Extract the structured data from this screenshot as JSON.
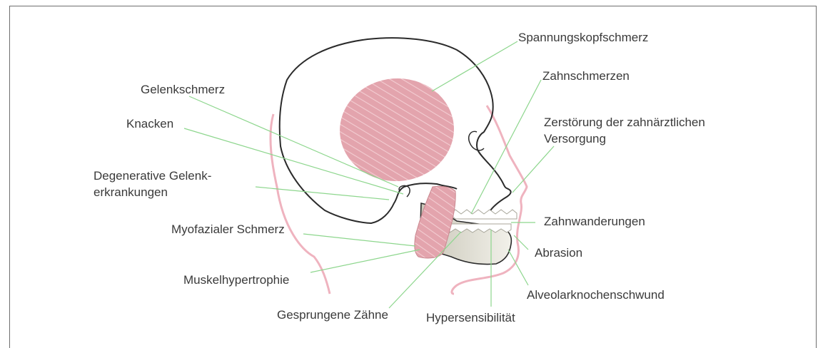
{
  "labels": {
    "spannungskopfschmerz": "Spannungskopfschmerz",
    "zahnschmerzen": "Zahnschmerzen",
    "zerstoerung_line1": "Zerstörung der zahnärztlichen",
    "zerstoerung_line2": "Versorgung",
    "gelenkschmerz": "Gelenkschmerz",
    "knacken": "Knacken",
    "degenerative_line1": "Degenerative Gelenk-",
    "degenerative_line2": "erkrankungen",
    "myofazialer_schmerz": "Myofazialer Schmerz",
    "muskelhypertrophie": "Muskelhypertrophie",
    "gesprungene_zaehne": "Gesprungene Zähne",
    "hypersensibilitaet": "Hypersensibilität",
    "alveolarknochenschwund": "Alveolarknochenschwund",
    "abrasion": "Abrasion",
    "zahnwanderungen": "Zahnwanderungen"
  },
  "colors": {
    "outline": "#2b2b2b",
    "muscle": "#e3a4ad",
    "muscle_stripe": "#f3cdd2",
    "soft_tissue": "#efb3bf",
    "leader_line": "#8dd68d",
    "text": "#3a3a3a",
    "border": "#6e6e6e"
  }
}
